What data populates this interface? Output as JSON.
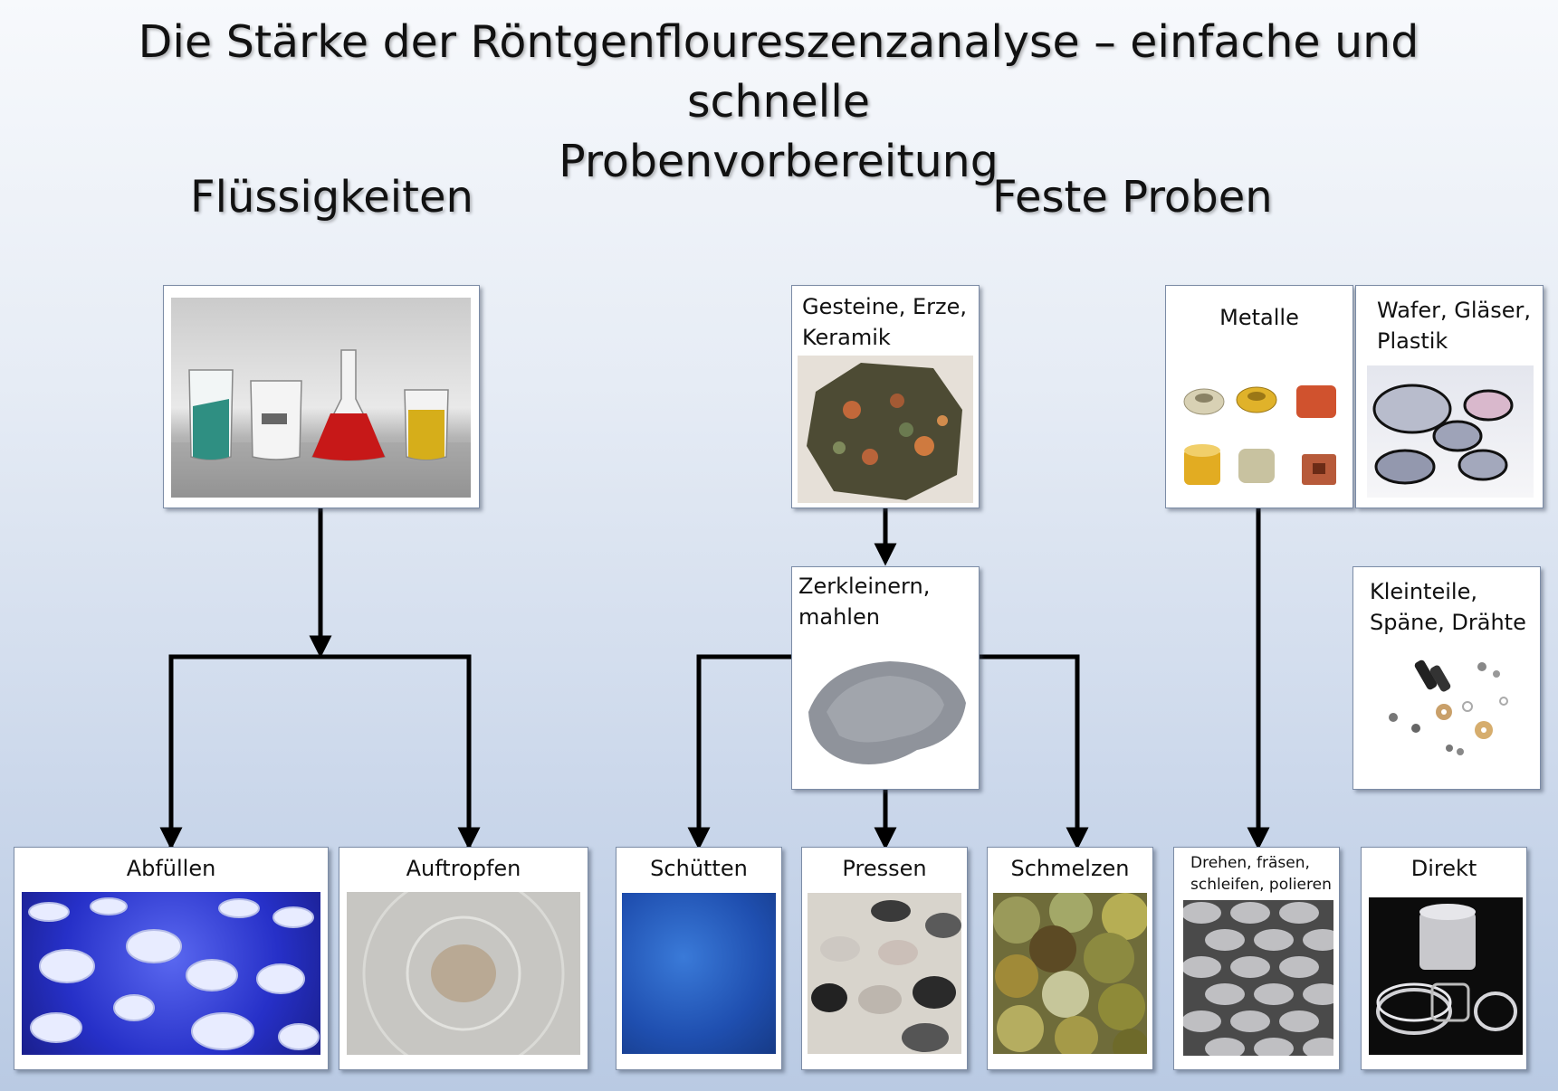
{
  "title": {
    "line1": "Die Stärke der Röntgenfloureszenzanalyse – einfache und schnelle",
    "line2": "Probenvorbereitung"
  },
  "sections": {
    "liquids": "Flüssigkeiten",
    "solids": "Feste Proben"
  },
  "boxes": {
    "rocks": {
      "line1": "Gesteine, Erze,",
      "line2": "Keramik"
    },
    "crush": {
      "line1": "Zerkleinern,",
      "line2": "mahlen"
    },
    "metals": {
      "label": "Metalle"
    },
    "wafer": {
      "line1": "Wafer, Gläser,",
      "line2": "Plastik"
    },
    "small": {
      "line1": "Kleinteile,",
      "line2": "Späne, Drähte"
    },
    "fill": {
      "label": "Abfüllen"
    },
    "drip": {
      "label": "Auftropfen"
    },
    "pour": {
      "label": "Schütten"
    },
    "press": {
      "label": "Pressen"
    },
    "melt": {
      "label": "Schmelzen"
    },
    "machine": {
      "line1": "Drehen, fräsen,",
      "line2": "schleifen, polieren"
    },
    "direct": {
      "label": "Direkt"
    }
  },
  "colors": {
    "arrow": "#000000",
    "box_border": "#7c8ca6"
  }
}
